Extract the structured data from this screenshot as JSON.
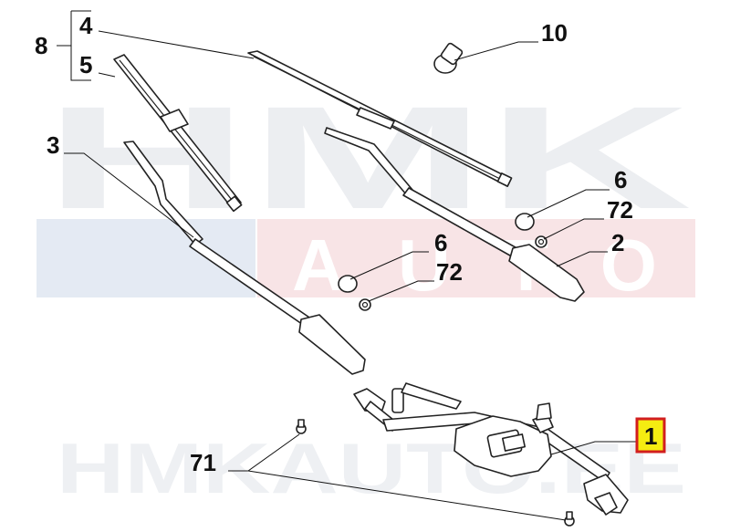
{
  "watermark": {
    "brand_top": "HMK",
    "brand_sub": "AUTO",
    "brand_bottom": "HMKAUTO.EE",
    "colors": {
      "gray": "#e9ecef",
      "red": "#f6dfe1",
      "blue": "#dfe6f1"
    }
  },
  "callouts": {
    "c8": "8",
    "c4": "4",
    "c5": "5",
    "c10": "10",
    "c3": "3",
    "c6a": "6",
    "c72a": "72",
    "c2": "2",
    "c6b": "6",
    "c72b": "72",
    "c1": "1",
    "c71": "71"
  },
  "highlight": {
    "fill": "#f5ec11",
    "border": "#d21e1e"
  }
}
